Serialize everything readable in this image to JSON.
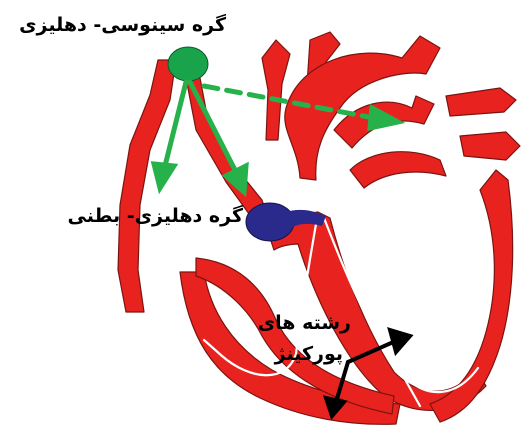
{
  "labels": {
    "sa_node": "گره سینوسی- دهلیزی",
    "av_node": "گره دهلیزی- بطنی",
    "purkinje_line1": "رشته های",
    "purkinje_line2": "پورکینژ"
  },
  "colors": {
    "wall": "#e8231f",
    "wall_outline": "#7a1410",
    "fiber": "#ffffff",
    "sa_node": "#19a34a",
    "signal_arrow": "#27b14b",
    "av_node": "#2a2a8c",
    "pointer": "#000000"
  }
}
